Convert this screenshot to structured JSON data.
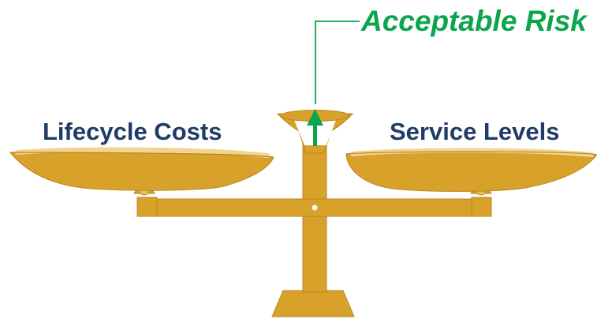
{
  "labels": {
    "top": "Acceptable Risk",
    "left": "Lifecycle Costs",
    "right": "Service Levels"
  },
  "colors": {
    "gold": "#D7A12A",
    "goldDark": "#B8861D",
    "green": "#0BA54E",
    "navy": "#1F3B66",
    "white": "#FFFFFF"
  },
  "icons": {
    "arrow": "up-arrow-icon"
  }
}
